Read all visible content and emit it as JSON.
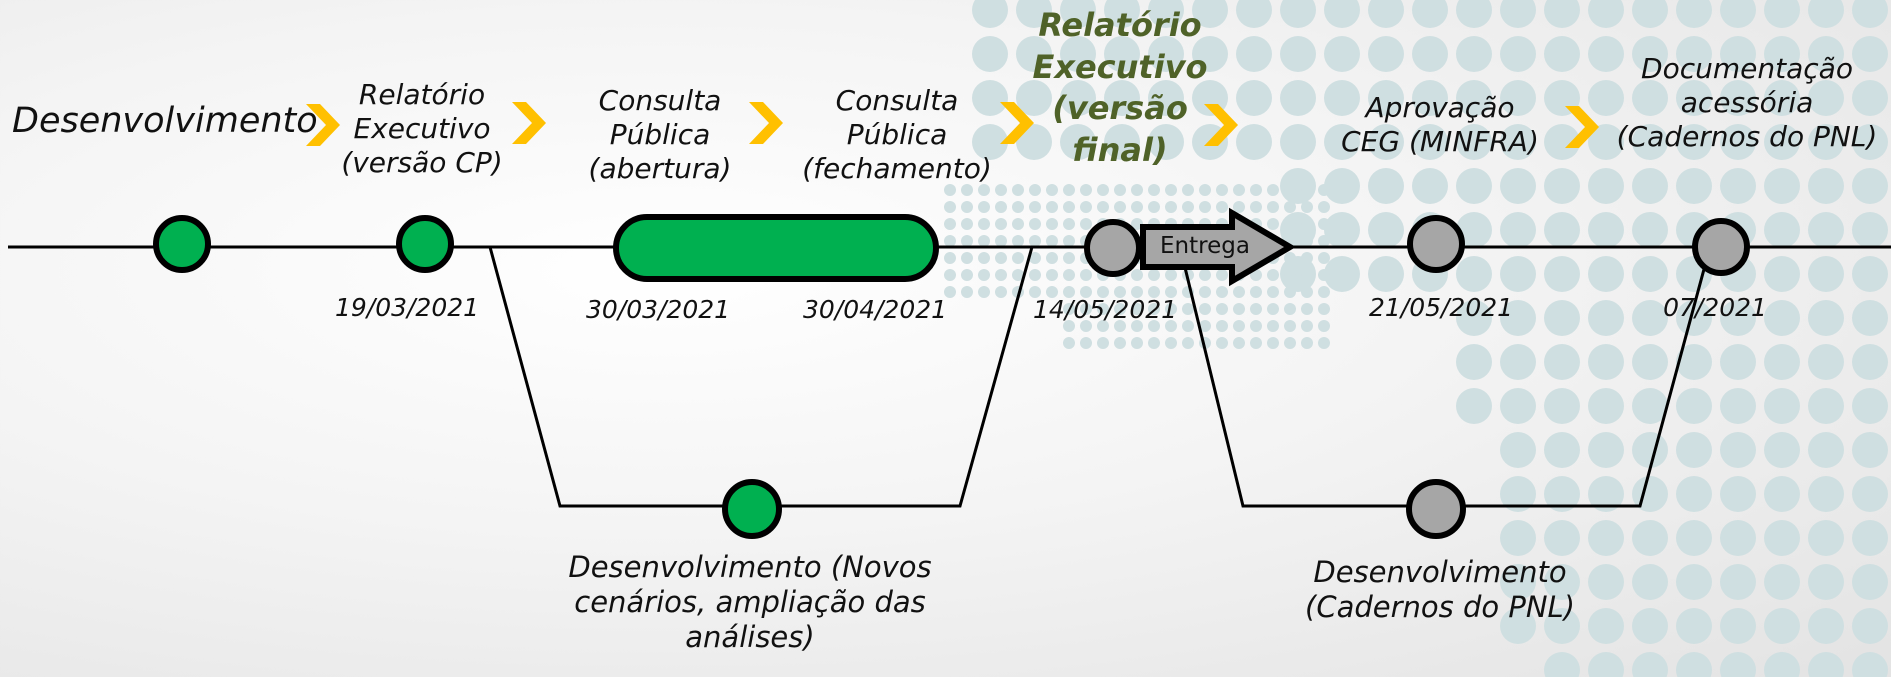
{
  "colors": {
    "done": "#00b050",
    "pending": "#a6a6a6",
    "chevron": "#ffc000",
    "highlight_text": "#4f6228",
    "dots": "#cfdfe1"
  },
  "stages": {
    "desenvolvimento": "Desenvolvimento",
    "relatorio_cp": "Relatório\nExecutivo\n(versão CP)",
    "consulta_abertura": "Consulta\nPública\n(abertura)",
    "consulta_fechamento": "Consulta\nPública\n(fechamento)",
    "relatorio_final": "Relatório\nExecutivo\n(versão\nfinal)",
    "aprovacao": "Aprovação\nCEG (MINFRA)",
    "documentacao": "Documentação\nacessória\n(Cadernos do PNL)"
  },
  "dates": {
    "d1": "19/03/2021",
    "d2": "30/03/2021",
    "d3": "30/04/2021",
    "d4": "14/05/2021",
    "d5": "21/05/2021",
    "d6": "07/2021"
  },
  "branches": {
    "branch1": "Desenvolvimento (Novos\ncenários, ampliação das\nanálises)",
    "branch2": "Desenvolvimento\n(Cadernos do PNL)"
  },
  "entrega_label": "Entrega"
}
